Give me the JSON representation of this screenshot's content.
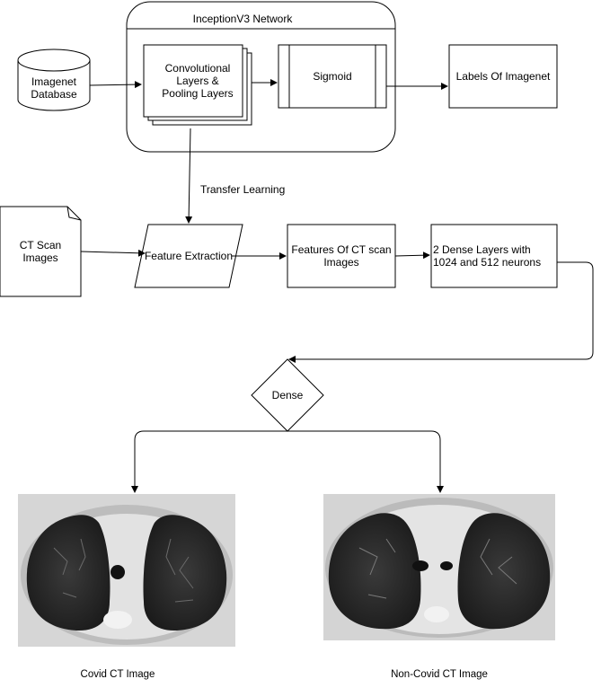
{
  "diagram": {
    "network_container": {
      "title": "InceptionV3 Network"
    },
    "imagenet_db": {
      "label": "Imagenet\nDatabase"
    },
    "conv_layers": {
      "label": "Convolutional\nLayers &\nPooling Layers"
    },
    "sigmoid": {
      "label": "Sigmoid"
    },
    "labels_imagenet": {
      "label": "Labels Of Imagenet"
    },
    "transfer_learning": {
      "label": "Transfer Learning"
    },
    "ct_images": {
      "label": "CT Scan\nImages"
    },
    "feature_extraction": {
      "label": "Feature Extraction"
    },
    "features_ct": {
      "label": "Features Of CT scan\nImages"
    },
    "dense_layers": {
      "label": "2 Dense Layers with\n1024 and 512 neurons"
    },
    "dense_decision": {
      "label": "Dense"
    },
    "covid_image": {
      "caption": "Covid CT Image"
    },
    "noncovid_image": {
      "caption": "Non-Covid CT Image"
    }
  }
}
